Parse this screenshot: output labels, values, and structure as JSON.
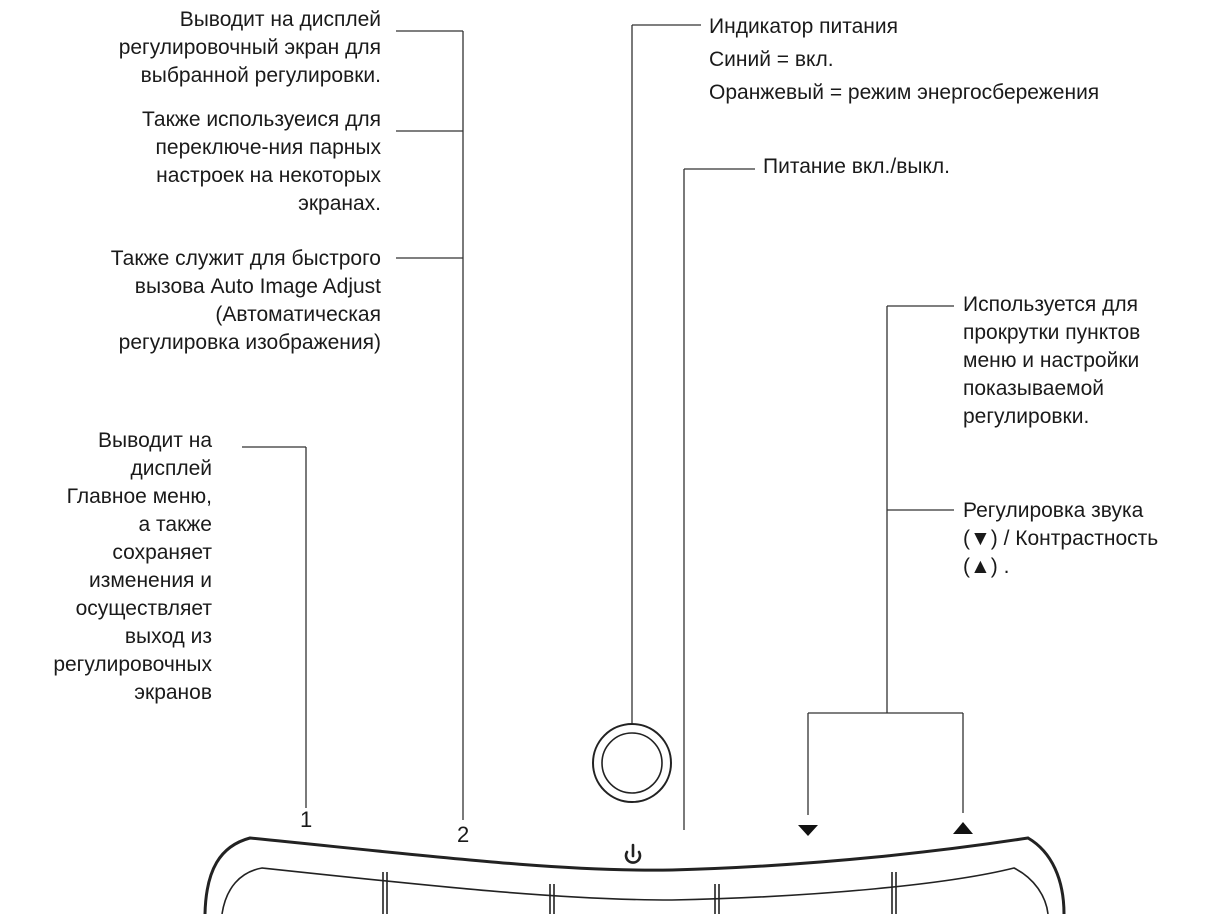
{
  "button2": {
    "desc_a": [
      "Выводит на дисплей",
      "регулировочный экран для",
      "выбранной регулировки."
    ],
    "desc_b": [
      "Также используеися для",
      "переключе-ния парных",
      "настроек на некоторых",
      "экранах."
    ],
    "desc_c": [
      "Также служит для быстрого",
      "вызова Auto Image Adjust",
      "(Автоматическая",
      "регулировка изображения)"
    ],
    "label": "2"
  },
  "button1": {
    "desc": [
      "Выводит на",
      "дисплей",
      "Главное меню,",
      "а также",
      "сохраняет",
      "изменения и",
      "осуществляет",
      "выход из",
      "регулировочных",
      "экранов"
    ],
    "label": "1"
  },
  "power_indicator": {
    "lines": [
      "Индикатор питания",
      "Синий = вкл.",
      "Оранжевый = режим энергосбережения"
    ]
  },
  "power_button": {
    "desc": "Питание вкл./выкл.",
    "icon": "power-icon"
  },
  "arrow_buttons": {
    "scroll_desc": [
      "Используется для",
      "прокрутки пунктов",
      "меню и настройки",
      "показываемой",
      "регулировки."
    ],
    "hotkey_desc": [
      "Регулировка звука",
      "(▼) / Контрастность",
      "(▲) ."
    ],
    "down_icon": "down-triangle-icon",
    "up_icon": "up-triangle-icon"
  }
}
